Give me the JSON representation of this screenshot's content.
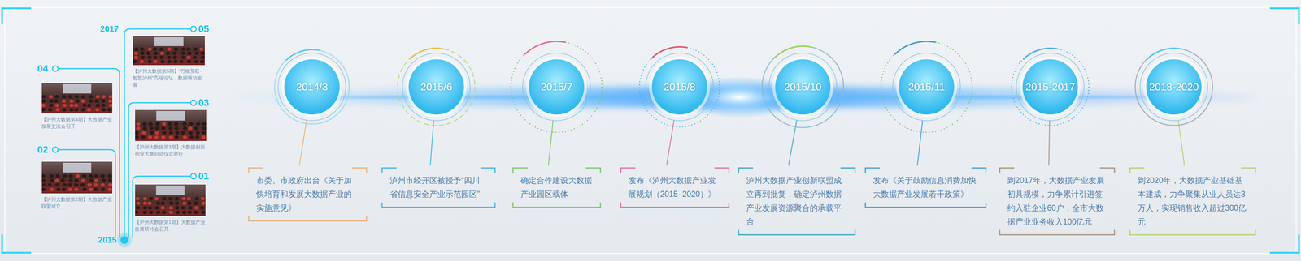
{
  "diagram": {
    "nodes": [
      {
        "text": [
          "【泸州大数据第5期】“万物互联·智慧泸州”高端论坛，数据驱动发展"
        ]
      },
      {
        "text": [
          "【泸州大数据第4期】大数据产业发展交流会召开"
        ]
      },
      {
        "text": [
          "【泸州大数据第3期】大数据创新创业大赛启动仪式举行"
        ]
      },
      {
        "text": [
          "【泸州大数据第2期】大数据产业联盟成立"
        ]
      },
      {
        "text": [
          "【泸州大数据第1期】大数据产业发展研讨会召开"
        ]
      },
      {
        "text": [
          "2014/3"
        ]
      },
      {
        "text": [
          "市委、市政府出台《关于加快培育和发展大数据产业的实施意见》"
        ]
      },
      {
        "text": [
          "2015/6"
        ]
      },
      {
        "text": [
          "泸州市经开区被授予“四川省信息安全产业示范园区”"
        ]
      },
      {
        "text": [
          "2015/7"
        ]
      },
      {
        "text": [
          "确定合作建设大数据产业园区载体"
        ]
      },
      {
        "text": [
          "2015/8"
        ]
      },
      {
        "text": [
          "发布《泸州大数据产业发展规划（2015–2020）》"
        ]
      },
      {
        "text": [
          "2015/10"
        ]
      },
      {
        "text": [
          "泸州大数据产业创新联盟成立再到批复，确定泸州数据产业发展资源聚合的承载平台"
        ]
      },
      {
        "text": [
          "2015/11"
        ]
      },
      {
        "text": [
          "发布《关于鼓励信息消费加快大数据产业发展若干政策》"
        ]
      },
      {
        "text": [
          "2015-2017"
        ]
      },
      {
        "text": [
          "到2017年，大数据产业发展初具规模，力争累计引进签约入驻企业60户，全市大数据产业业务收入100亿元"
        ]
      },
      {
        "text": [
          "2018-2020"
        ]
      },
      {
        "text": [
          "到2020年，大数据产业基础基本建成，力争聚集从业人员达3万人，实现销售收入超过300亿元"
        ]
      }
    ],
    "edges": [
      {
        "from": 5,
        "to": 6,
        "arrow": "none"
      },
      {
        "from": 7,
        "to": 8,
        "arrow": "none"
      },
      {
        "from": 9,
        "to": 10,
        "arrow": "none"
      },
      {
        "from": 11,
        "to": 12,
        "arrow": "none"
      },
      {
        "from": 13,
        "to": 14,
        "arrow": "none"
      },
      {
        "from": 15,
        "to": 16,
        "arrow": "none"
      },
      {
        "from": 17,
        "to": 18,
        "arrow": "none"
      },
      {
        "from": 19,
        "to": 20,
        "arrow": "none"
      }
    ],
    "labels": [
      "2017",
      "05",
      "04",
      "03",
      "02",
      "01",
      "2015"
    ]
  }
}
